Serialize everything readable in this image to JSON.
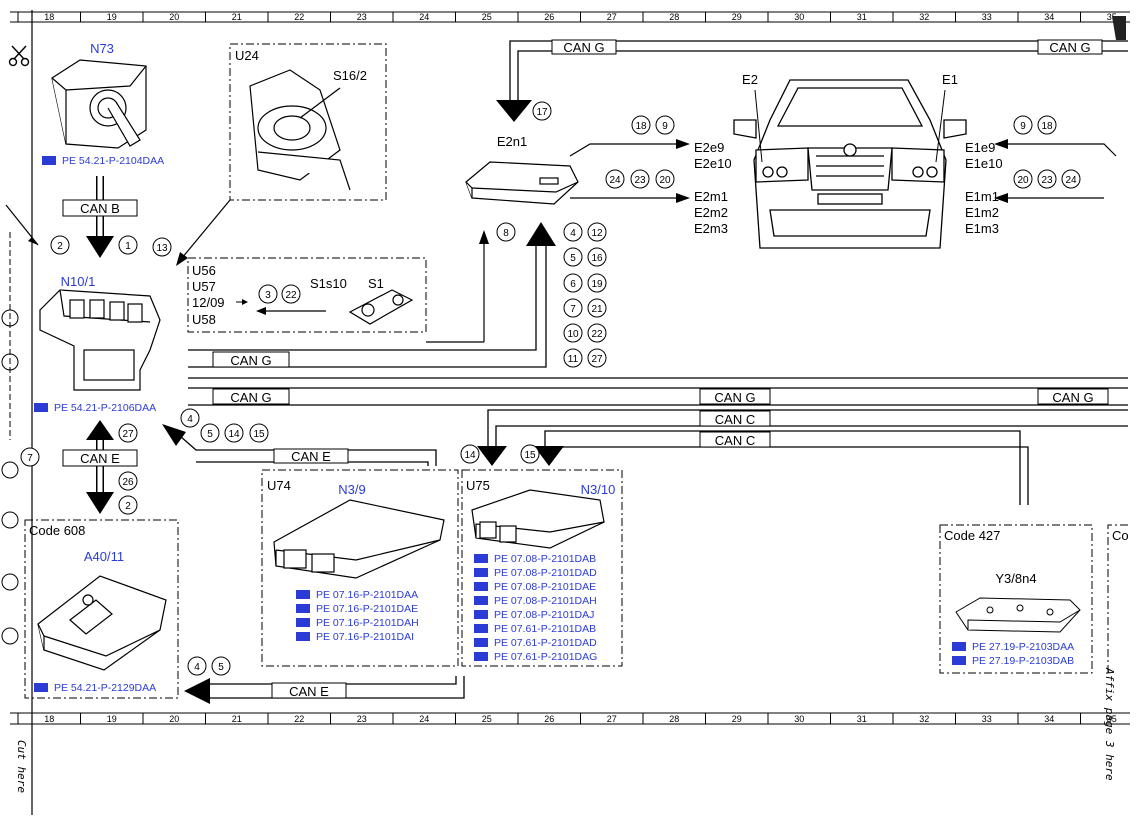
{
  "ruler": {
    "numbers": [
      "18",
      "19",
      "20",
      "21",
      "22",
      "23",
      "24",
      "25",
      "26",
      "27",
      "28",
      "29",
      "30",
      "31",
      "32",
      "33",
      "34",
      "35"
    ]
  },
  "side_notes": {
    "cut": "Cut here",
    "affix": "Affix page 3 here"
  },
  "components": {
    "n73": {
      "name": "N73",
      "ref": "PE 54.21-P-2104DAA"
    },
    "u24": {
      "code": "U24",
      "part": "S16/2"
    },
    "n10": {
      "name": "N10/1",
      "ref": "PE 54.21-P-2106DAA"
    },
    "u56": {
      "codes": [
        "U56",
        "U57",
        "12/09",
        "U58"
      ],
      "s1s10": "S1s10",
      "s1": "S1"
    },
    "e2n1": {
      "name": "E2n1"
    },
    "car": {
      "e2": "E2",
      "e1": "E1",
      "left": [
        "E2e9",
        "E2e10",
        "E2m1",
        "E2m2",
        "E2m3"
      ],
      "right": [
        "E1e9",
        "E1e10",
        "E1m1",
        "E1m2",
        "E1m3"
      ]
    },
    "a40": {
      "code": "Code 608",
      "name": "A40/11",
      "ref": "PE 54.21-P-2129DAA"
    },
    "n39": {
      "code": "U74",
      "name": "N3/9",
      "refs": [
        "PE 07.16-P-2101DAA",
        "PE 07.16-P-2101DAE",
        "PE 07.16-P-2101DAH",
        "PE 07.16-P-2101DAI"
      ]
    },
    "n310": {
      "code": "U75",
      "name": "N3/10",
      "refs": [
        "PE 07.08-P-2101DAB",
        "PE 07.08-P-2101DAD",
        "PE 07.08-P-2101DAE",
        "PE 07.08-P-2101DAH",
        "PE 07.08-P-2101DAJ",
        "PE 07.61-P-2101DAB",
        "PE 07.61-P-2101DAD",
        "PE 07.61-P-2101DAG"
      ]
    },
    "y38": {
      "code": "Code 427",
      "name": "Y3/8n4",
      "refs": [
        "PE 27.19-P-2103DAA",
        "PE 27.19-P-2103DAB"
      ]
    },
    "edge": {
      "code": "Co"
    }
  },
  "buses": {
    "can_g": "CAN G",
    "can_b": "CAN B",
    "can_e": "CAN E",
    "can_c": "CAN C"
  },
  "callouts": {
    "c1": "1",
    "c2": "2",
    "c3": "3",
    "c4": "4",
    "c5": "5",
    "c6": "6",
    "c7": "7",
    "c8": "8",
    "c9": "9",
    "c10": "10",
    "c11": "11",
    "c12": "12",
    "c13": "13",
    "c14": "14",
    "c15": "15",
    "c16": "16",
    "c17": "17",
    "c18": "18",
    "c19": "19",
    "c20": "20",
    "c21": "21",
    "c22": "22",
    "c23": "23",
    "c24": "24",
    "c26": "26",
    "c27": "27"
  },
  "colors": {
    "component_label": "#2b3bd6",
    "line": "#000000"
  }
}
